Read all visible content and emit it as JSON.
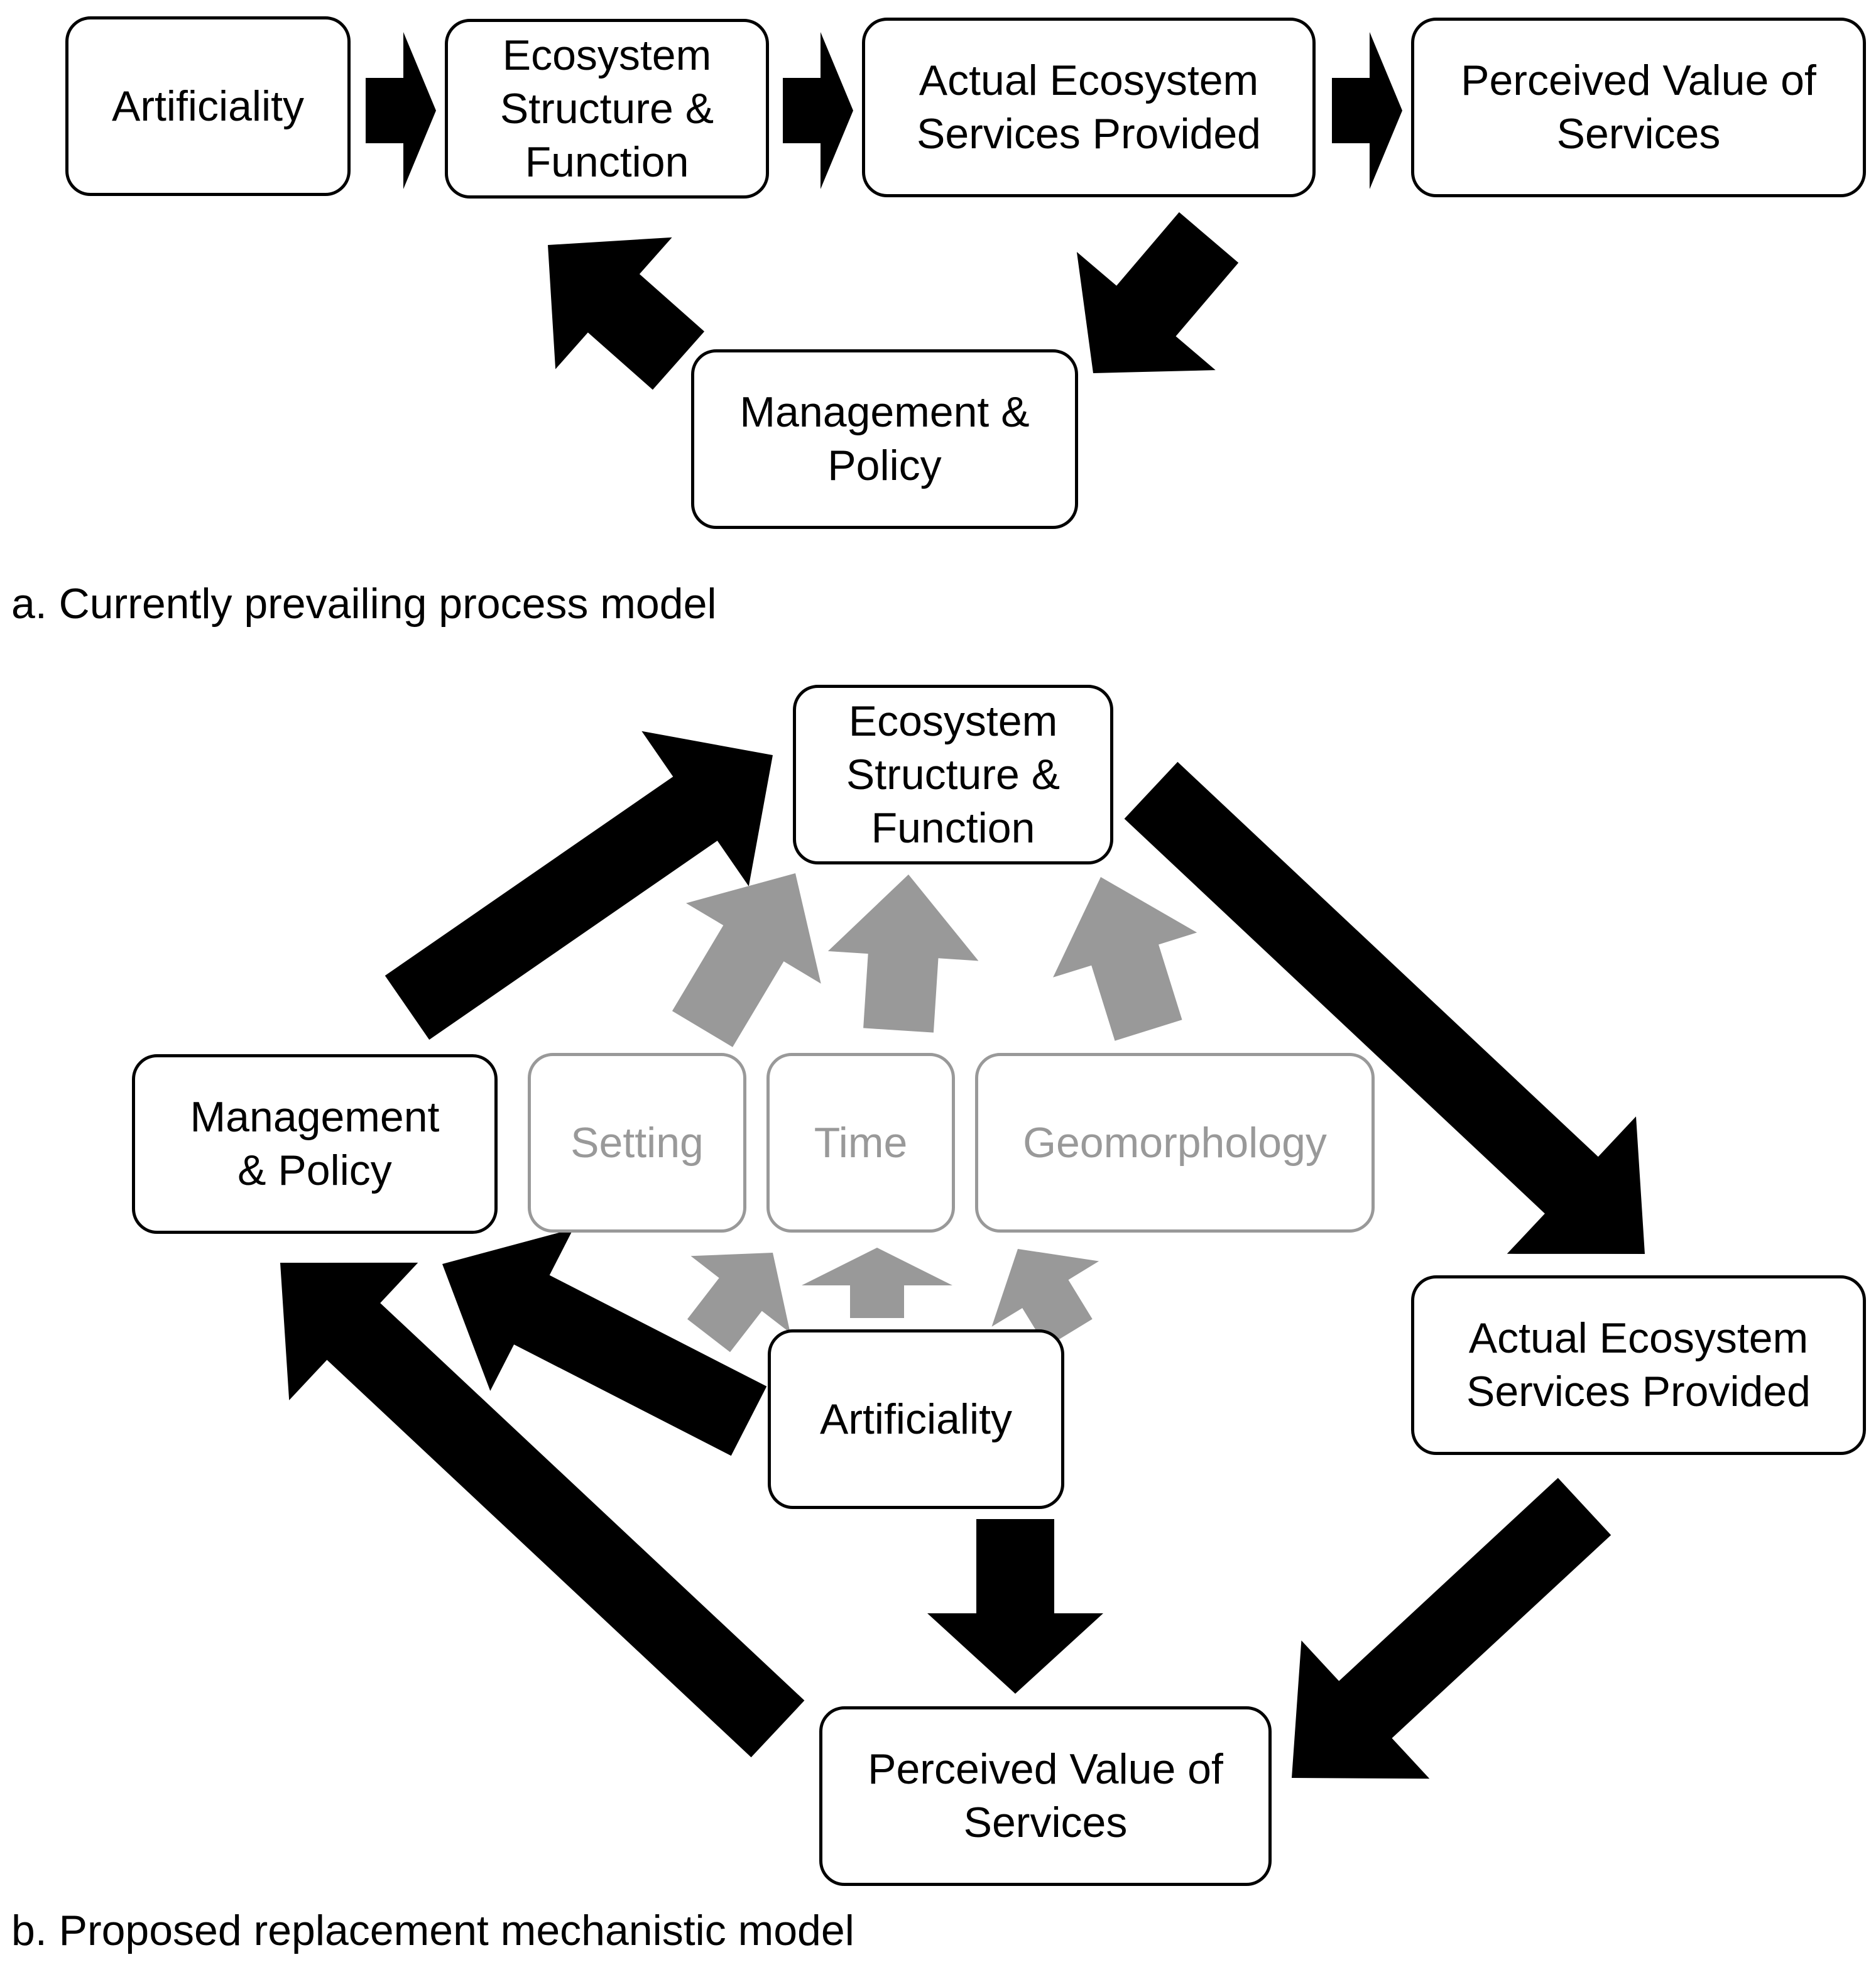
{
  "colors": {
    "primary": "#000000",
    "secondary": "#999999",
    "background": "#ffffff"
  },
  "panel_a": {
    "caption": "a. Currently prevailing process model",
    "nodes": {
      "artificiality": "Artificiality",
      "ecosystem": "Ecosystem\nStructure &\nFunction",
      "actual_services": "Actual Ecosystem\nServices Provided",
      "perceived_value": "Perceived Value of\nServices",
      "management": "Management &\nPolicy"
    }
  },
  "panel_b": {
    "caption": "b. Proposed replacement mechanistic model",
    "nodes": {
      "ecosystem": "Ecosystem\nStructure &\nFunction",
      "management": "Management\n& Policy",
      "setting": "Setting",
      "time": "Time",
      "geomorphology": "Geomorphology",
      "artificiality": "Artificiality",
      "actual_services": "Actual Ecosystem\nServices Provided",
      "perceived_value": "Perceived Value of\nServices"
    }
  }
}
